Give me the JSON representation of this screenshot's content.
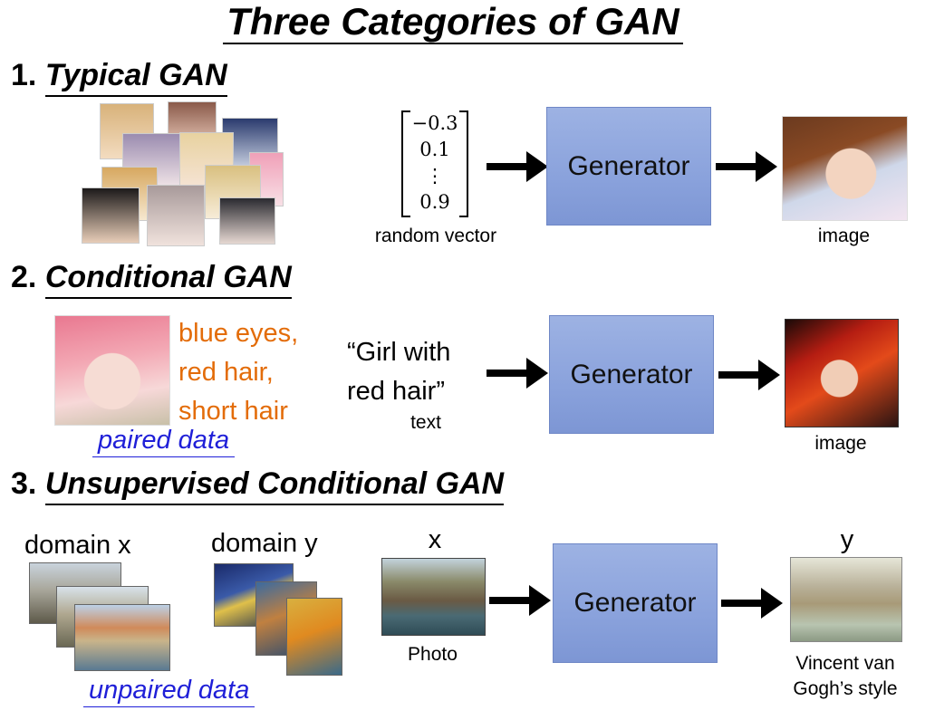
{
  "title": "Three Categories of GAN",
  "sections": [
    {
      "number": "1.",
      "title": "Typical GAN"
    },
    {
      "number": "2.",
      "title": "Conditional GAN"
    },
    {
      "number": "3.",
      "title": "Unsupervised Conditional GAN"
    }
  ],
  "row1": {
    "vector": [
      "−0.3",
      "0.1",
      "⋮",
      "0.9"
    ],
    "input_caption": "random vector",
    "generator_label": "Generator",
    "output_caption": "image"
  },
  "row2": {
    "tags": [
      "blue eyes,",
      "red hair,",
      "short hair"
    ],
    "paired_label": "paired data",
    "text_input": [
      "“Girl with",
      "red hair”"
    ],
    "input_caption": "text",
    "generator_label": "Generator",
    "output_caption": "image"
  },
  "row3": {
    "domain_x": "domain x",
    "domain_y": "domain y",
    "unpaired_label": "unpaired data",
    "input_var": "x",
    "input_caption": "Photo",
    "generator_label": "Generator",
    "output_var": "y",
    "output_caption": [
      "Vincent van",
      "Gogh’s style"
    ]
  },
  "colors": {
    "generator_fill": "#8aa2dc",
    "tag_text": "#e36c09",
    "data_label": "#1f1fd8"
  }
}
